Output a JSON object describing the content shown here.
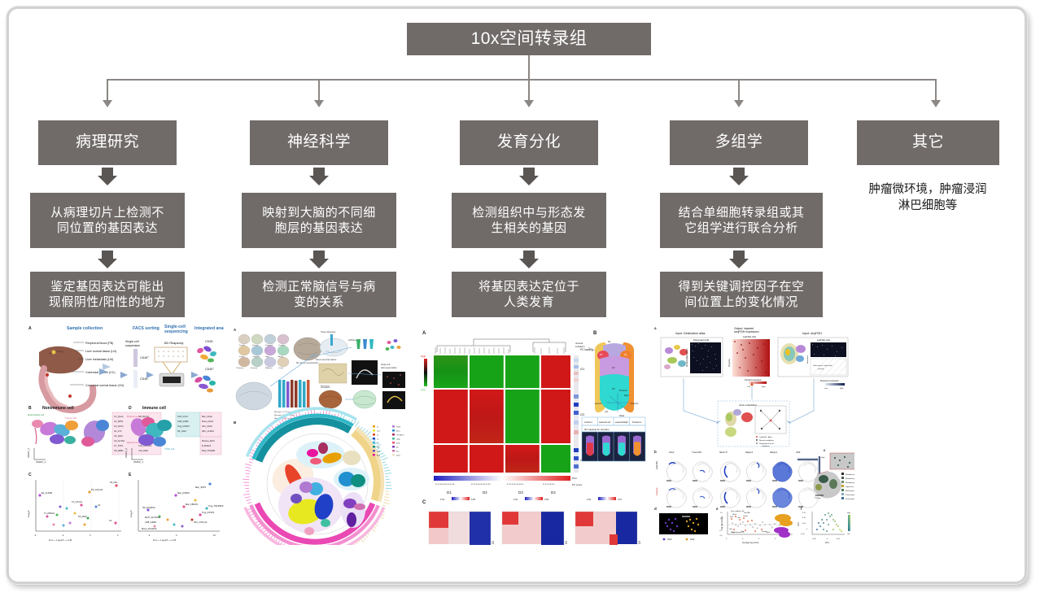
{
  "title_box": {
    "label": "10x空间转录组"
  },
  "categories": [
    {
      "id": "pathology",
      "label": "病理研究"
    },
    {
      "id": "neuroscience",
      "label": "神经科学"
    },
    {
      "id": "development",
      "label": "发育分化"
    },
    {
      "id": "multiomics",
      "label": "多组学"
    },
    {
      "id": "other",
      "label": "其它"
    }
  ],
  "details_row1": [
    {
      "id": "pathology-detail-1",
      "label": "从病理切片上检测不\n同位置的基因表达"
    },
    {
      "id": "neuroscience-detail-1",
      "label": "映射到大脑的不同细\n胞层的基因表达"
    },
    {
      "id": "development-detail-1",
      "label": "检测组织中与形态发\n生相关的基因"
    },
    {
      "id": "multiomics-detail-1",
      "label": "结合单细胞转录组或其\n它组学进行联合分析"
    }
  ],
  "details_row2": [
    {
      "id": "pathology-detail-2",
      "label": "鉴定基因表达可能出\n现假阴性/阳性的地方"
    },
    {
      "id": "neuroscience-detail-2",
      "label": "检测正常脑信号与病\n变的关系"
    },
    {
      "id": "development-detail-2",
      "label": "将基因表达定位于\n人类发育"
    },
    {
      "id": "multiomics-detail-2",
      "label": "得到关键调控因子在空\n间位置上的变化情况"
    }
  ],
  "other_note": {
    "label": "肿瘤微环境，肿瘤浸润\n淋巴细胞等"
  },
  "figures": {
    "figure1": {
      "name": "pathology-figure",
      "panel_labels": [
        "A",
        "B",
        "C",
        "D",
        "E"
      ],
      "headers": [
        "Sample collection",
        "FACS sorting",
        "Single-cell\nsequencing",
        "Integrated analysis"
      ],
      "sample_labels": [
        "Peripheral blood (PB)",
        "Liver normal tissue (LN)",
        "Liver metastasis (LM)",
        "Colorectal cancer (CC)",
        "Colorectal normal tissue (CN)"
      ],
      "sub_labels": [
        "Single-cell\nsuspension",
        "CD45+",
        "CD45-",
        "BD Rhapsody",
        "CD45+",
        "CD45-"
      ],
      "section_titles": [
        "Nonimmune cell",
        "Immune cell"
      ],
      "axis_labels": [
        "UMAP_1",
        "UMAP_2",
        "Log2 FC",
        "LM <— Log2 FC —> CC"
      ]
    },
    "figure2": {
      "name": "neuroscience-figure",
      "panel_labels": [
        "A",
        "B"
      ],
      "notes": [
        "Macaque #1 (72 sections)",
        "Macaque #2 (75 sections)",
        "Macaque #3 (72 sections)"
      ]
    },
    "figure3": {
      "name": "development-figure",
      "panel_labels": [
        "A",
        "B",
        "C"
      ],
      "heatmap_groups": [
        "G1",
        "G2",
        "G3"
      ],
      "heatmap_columns": [
        "D1",
        "D2",
        "D3",
        "D4"
      ],
      "heatmap_scale": [
        "High",
        "Low"
      ],
      "pc_labels": [
        "PC loading",
        "PC score",
        "PC2",
        "PC1"
      ],
      "domain_labels": [
        "D1",
        "D2",
        "D3",
        "D4",
        "Visceral endoderm"
      ],
      "orientation_labels": [
        "Proximal",
        "Distal",
        "Anterior",
        "Posterior",
        "Left",
        "Right"
      ],
      "view_headers": [
        "Anterior",
        "Lateral-Left",
        "Lateral-Right",
        "Posterior"
      ],
      "view_subtitle": "3D mapping for domains",
      "corr_axes": [
        {
          "x": "D1",
          "y": "D2",
          "min": "0.43",
          "max": "0.95"
        },
        {
          "x": "D1",
          "y": "D3",
          "min": "0.34",
          "max": "0.93"
        },
        {
          "x": "D2",
          "y": "D3",
          "min": "0.46",
          "max": "0.97"
        }
      ]
    },
    "figure4": {
      "name": "multiomics-figure",
      "panel_labels": [
        "a",
        "b",
        "c",
        "d",
        "e",
        "f"
      ],
      "headers": [
        "Input: Destination atlas",
        "Output: imputed\nseqFISH expression",
        "Input: seqFISH"
      ],
      "sub_headers": [
        "Dissociated cells",
        "seqFISH cells",
        "seqFISH cells",
        "Joint embedding"
      ],
      "axis_texts": [
        "All transcribed genes",
        "All genes",
        "Measured\ngenes",
        "Other genes: expression\nmissing"
      ],
      "legend_items": [
        "seqFISH + Atlas",
        "Nearest neighbors",
        "Weighted mean of\nneighbors"
      ],
      "gene_names": [
        "Otx2",
        "Tmem54",
        "Nkx2-5",
        "Mesp1",
        "Mesp1",
        "Utf1"
      ],
      "row_labels": [
        "seqFISH",
        "Imputed"
      ],
      "colorbar_labels": [
        "Imputed expression",
        "Measured expression",
        "Low",
        "High"
      ],
      "cluster_legend": [
        "Rhombencephalon 1",
        "Rhombencephalon 2",
        "Rhombencephalon 3",
        "Tegmentum",
        "Mesencephalon",
        "Prosencephalon 1",
        "Prosencephalon 2"
      ],
      "panel_d_legend": [
        "Otx2",
        "Otx2"
      ],
      "plot_e": {
        "xlabel": "Average log counts",
        "ylabel": "log fold change",
        "ann_up": "Up in midbrain: 48",
        "ann_down": "Up in forebrain: 18"
      },
      "plot_f": {
        "xlabel": "DC1",
        "ylabel": "DC2",
        "xticks": [
          "-0.04",
          "0",
          "0.04"
        ],
        "yticks": [
          "-0.05",
          "0",
          "0.05",
          "0.10",
          "0.15"
        ]
      }
    }
  },
  "colors": {
    "box_fill": "#706b69",
    "box_text": "#ffffff",
    "connector": "#8b8784",
    "block_arrow": "#595654",
    "frame_border": "#d2d2d2",
    "page_bg": "#ffffff",
    "note_text": "#1a1a1a"
  }
}
